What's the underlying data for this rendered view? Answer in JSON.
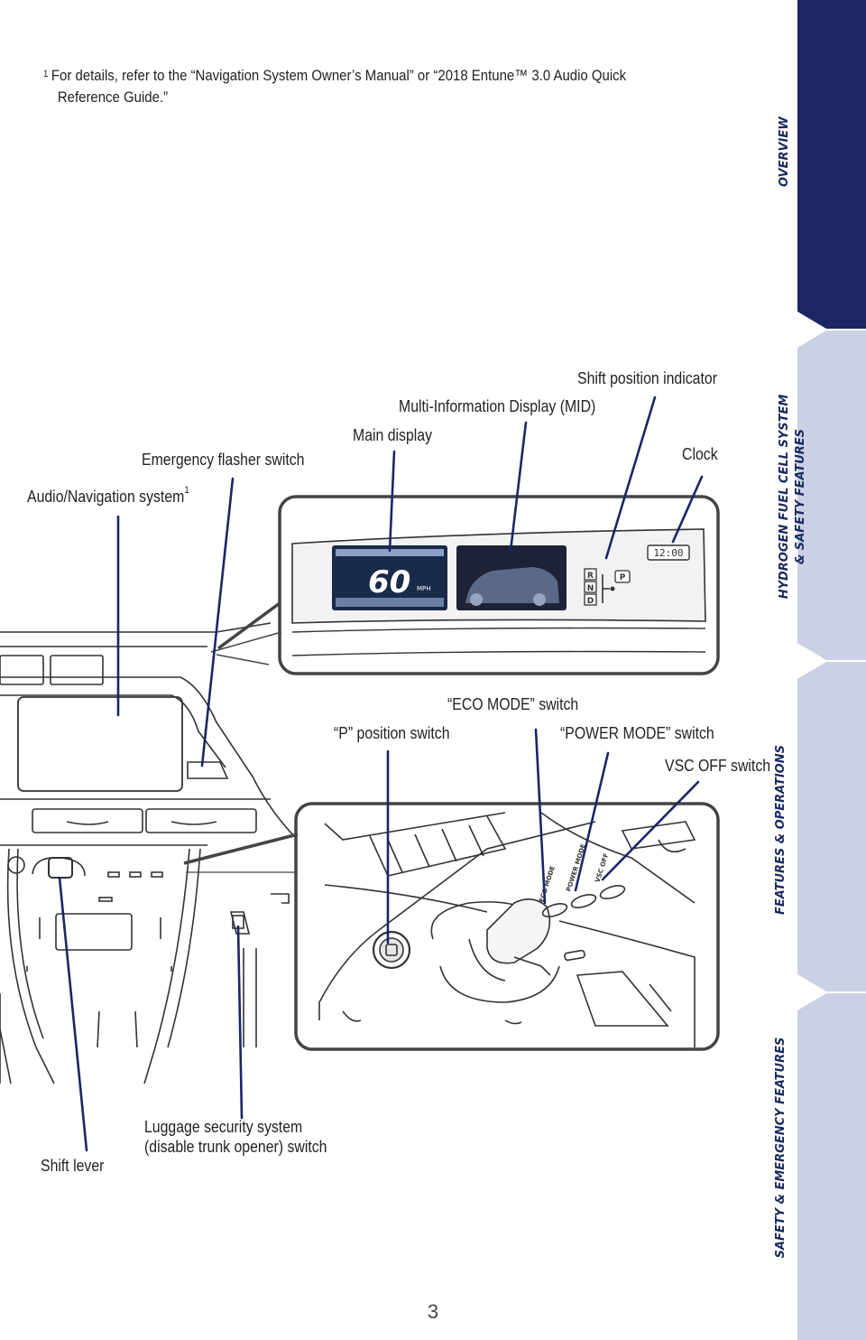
{
  "footnote": {
    "marker": "1",
    "line1": "For details, refer to the “Navigation System Owner’s Manual” or “2018 Entune™ 3.0 Audio Quick",
    "line2": "Reference Guide.”"
  },
  "sidebar": {
    "tabs": [
      {
        "label": "OVERVIEW",
        "active": true
      },
      {
        "label": "HYDROGEN FUEL CELL SYSTEM",
        "label2": "& SAFETY FEATURES",
        "active": false
      },
      {
        "label": "FEATURES & OPERATIONS",
        "active": false
      },
      {
        "label": "SAFETY & EMERGENCY FEATURES",
        "active": false
      }
    ],
    "active_color": "#1c2566",
    "inactive_color": "#ccd0e4"
  },
  "callouts": {
    "shift_position_indicator": "Shift position indicator",
    "mid": "Multi-Information Display (MID)",
    "main_display": "Main display",
    "clock": "Clock",
    "emergency_flasher": "Emergency flasher switch",
    "audio_nav": "Audio/Navigation system",
    "audio_nav_sup": "1",
    "eco_mode": "“ECO MODE” switch",
    "p_position": "“P” position switch",
    "power_mode": "“POWER MODE” switch",
    "vsc_off": "VSC OFF switch",
    "luggage_line1": "Luggage security system",
    "luggage_line2": "(disable trunk opener) switch",
    "shift_lever": "Shift lever"
  },
  "display": {
    "speed": "60",
    "speed_unit": "MPH",
    "clock_time": "12:00",
    "gears": [
      "R",
      "N",
      "D"
    ],
    "park": "P"
  },
  "console": {
    "eco_label": "ECO MODE",
    "power_label": "POWER MODE",
    "vsc_label": "VSC OFF"
  },
  "page_number": "3",
  "colors": {
    "leader": "#1c2566",
    "frame": "#444444"
  }
}
